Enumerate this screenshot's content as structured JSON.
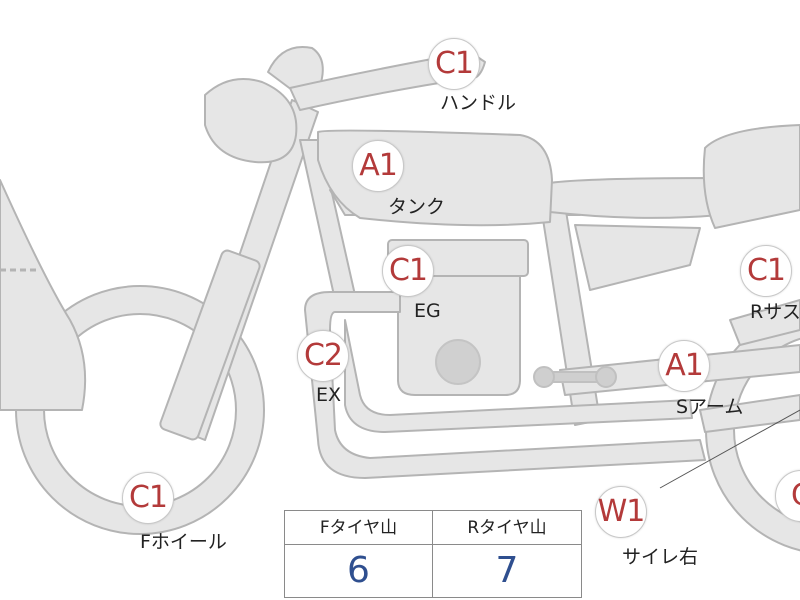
{
  "colors": {
    "part_fill": "#e6e6e6",
    "part_stroke": "#b4b4b4",
    "badge_text": "#b33a3a",
    "value_text": "#2f4f8f"
  },
  "parts": [
    {
      "id": "handle",
      "grade": "C1",
      "label": "ハンドル"
    },
    {
      "id": "tank",
      "grade": "A1",
      "label": "タンク"
    },
    {
      "id": "engine",
      "grade": "C1",
      "label": "EG"
    },
    {
      "id": "rear-suspension",
      "grade": "C1",
      "label": "Rサス"
    },
    {
      "id": "exhaust",
      "grade": "C2",
      "label": "EX"
    },
    {
      "id": "swing-arm",
      "grade": "A1",
      "label": "Sアーム"
    },
    {
      "id": "front-wheel",
      "grade": "C1",
      "label": "Fホイール"
    },
    {
      "id": "silencer-right",
      "grade": "W1",
      "label": "サイレ右"
    },
    {
      "id": "rear-wheel",
      "grade": "C",
      "label": ""
    }
  ],
  "tire_table": {
    "headers": [
      "Fタイヤ山",
      "Rタイヤ山"
    ],
    "values": [
      "6",
      "7"
    ]
  }
}
